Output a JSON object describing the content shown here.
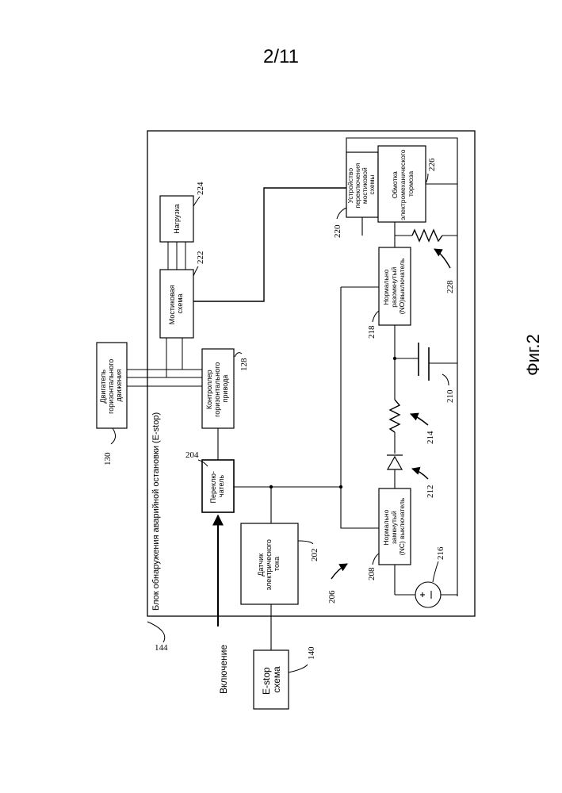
{
  "page_number": "2/11",
  "figure_caption": "Фиг.2",
  "outer_block": {
    "title": "Блок обнаружения аварийной остановки (E-stop)",
    "ref": "144"
  },
  "enable_label": "Включение",
  "estop_circuit": {
    "lines": [
      "E-stop",
      "схема"
    ],
    "ref": "140"
  },
  "motor": {
    "lines": [
      "Двигатель",
      "горизонтального",
      "движения"
    ],
    "ref": "130"
  },
  "drive_controller": {
    "lines": [
      "Контроллер",
      "горизонтального",
      "привода"
    ],
    "ref": "128"
  },
  "switch": {
    "lines": [
      "Переклю-",
      "чатель"
    ],
    "ref": "204"
  },
  "current_sensor": {
    "lines": [
      "Датчик",
      "электрического",
      "тока"
    ],
    "ref": "202"
  },
  "bridge": {
    "lines": [
      "Мостиковая",
      "схема"
    ],
    "ref": "222"
  },
  "load": {
    "lines": [
      "Нагрузка"
    ],
    "ref": "224"
  },
  "bridge_switch_device": {
    "lines": [
      "Устройство",
      "переключения",
      "мостиковой",
      "схемы"
    ],
    "ref": "220"
  },
  "brake_winding": {
    "lines": [
      "Обмотка",
      "электромеханического",
      "тормоза"
    ],
    "ref": "226"
  },
  "nc_switch": {
    "lines": [
      "Нормально",
      "замкнутый",
      "(NC) выключатель"
    ],
    "ref": "208"
  },
  "no_switch": {
    "lines": [
      "Нормально",
      "разомкнутый",
      "(NO)выключатель"
    ],
    "ref": "218"
  },
  "refs": {
    "circuit": "206",
    "capacitor": "210",
    "diode": "212",
    "resistor": "214",
    "battery": "216",
    "brake_resistor": "228"
  }
}
